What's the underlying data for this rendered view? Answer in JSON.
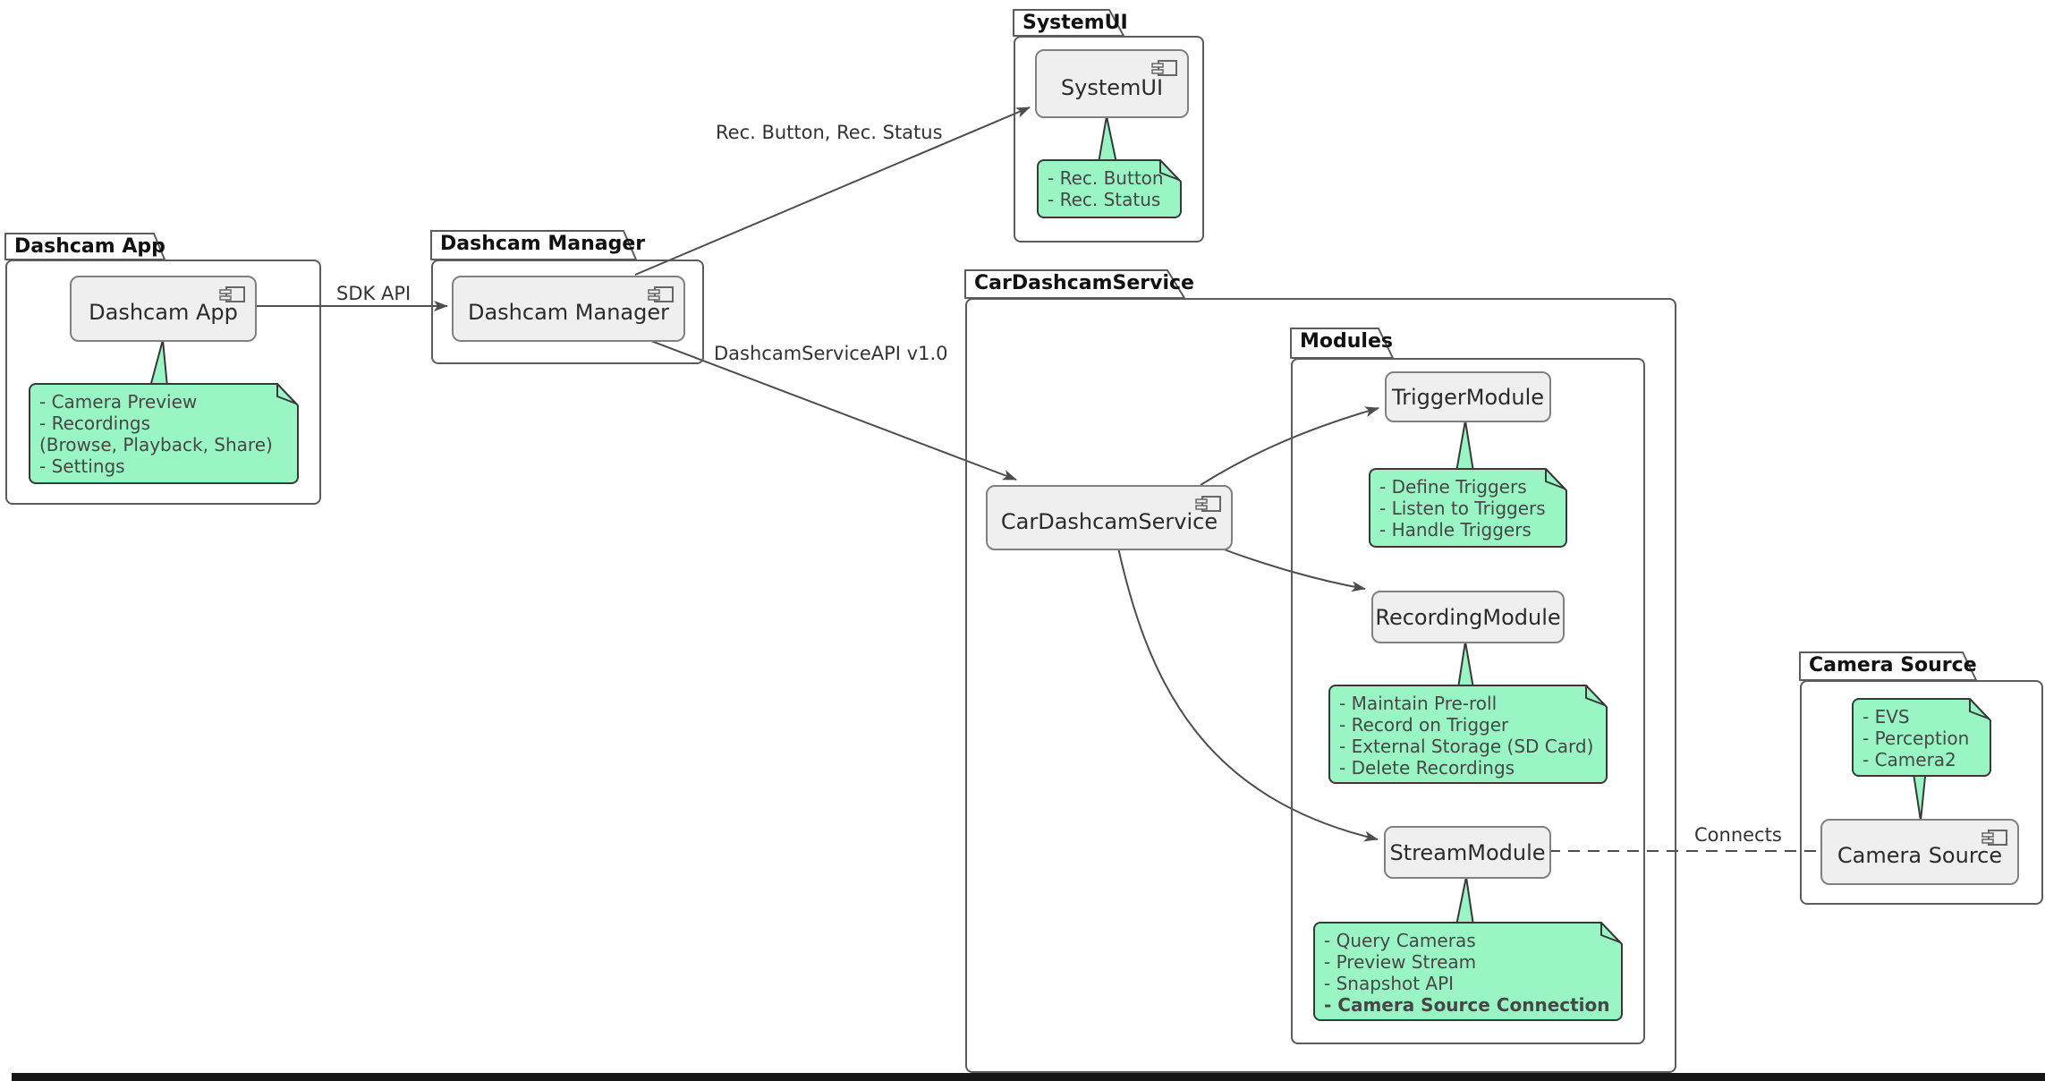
{
  "packages": {
    "dashcam_app": "Dashcam App",
    "dashcam_manager": "Dashcam Manager",
    "systemui": "SystemUI",
    "cardashcamservice": "CarDashcamService",
    "modules": "Modules",
    "camera_source": "Camera Source"
  },
  "components": {
    "dashcam_app": "Dashcam App",
    "dashcam_manager": "Dashcam Manager",
    "systemui": "SystemUI",
    "cardashcamservice": "CarDashcamService",
    "trigger_module": "TriggerModule",
    "recording_module": "RecordingModule",
    "stream_module": "StreamModule",
    "camera_source": "Camera Source"
  },
  "notes": {
    "dashcam_app": {
      "lines": [
        "- Camera Preview",
        "- Recordings",
        "(Browse, Playback, Share)",
        "- Settings"
      ]
    },
    "systemui": {
      "lines": [
        "- Rec. Button",
        "- Rec. Status"
      ]
    },
    "trigger_module": {
      "lines": [
        "- Define Triggers",
        "- Listen to Triggers",
        "- Handle Triggers"
      ]
    },
    "recording_module": {
      "lines": [
        "- Maintain Pre-roll",
        "- Record on Trigger",
        "- External Storage (SD Card)",
        "- Delete Recordings"
      ]
    },
    "stream_module": {
      "lines": [
        "- Query Cameras",
        "- Preview Stream",
        "- Snapshot API",
        "- Camera Source Connection"
      ],
      "bold_line_index": 3
    },
    "camera_source": {
      "lines": [
        "- EVS",
        "- Perception",
        "- Camera2"
      ]
    }
  },
  "edges": {
    "sdk_api": {
      "label": "SDK API",
      "from": "Dashcam App",
      "to": "Dashcam Manager",
      "style": "solid-arrow"
    },
    "rec_button_status": {
      "label": "Rec. Button, Rec. Status",
      "from": "Dashcam Manager",
      "to": "SystemUI",
      "style": "solid-arrow"
    },
    "dashcam_service_api": {
      "label": "DashcamServiceAPI v1.0",
      "from": "Dashcam Manager",
      "to": "CarDashcamService",
      "style": "solid-arrow"
    },
    "service_to_trigger": {
      "label": "",
      "from": "CarDashcamService",
      "to": "TriggerModule",
      "style": "solid-arrow"
    },
    "service_to_recording": {
      "label": "",
      "from": "CarDashcamService",
      "to": "RecordingModule",
      "style": "solid-arrow"
    },
    "service_to_stream": {
      "label": "",
      "from": "CarDashcamService",
      "to": "StreamModule",
      "style": "solid-arrow"
    },
    "connects": {
      "label": "Connects",
      "from": "StreamModule",
      "to": "Camera Source",
      "style": "dashed"
    }
  },
  "colors": {
    "note_fill": "#99F5C4",
    "note_border": "#383838",
    "component_fill": "#EFEFEF",
    "component_border": "#808080",
    "package_border": "#5B5B5B",
    "edge": "#4D4D4D",
    "text": "#333333",
    "bottom_bar": "#161616"
  }
}
